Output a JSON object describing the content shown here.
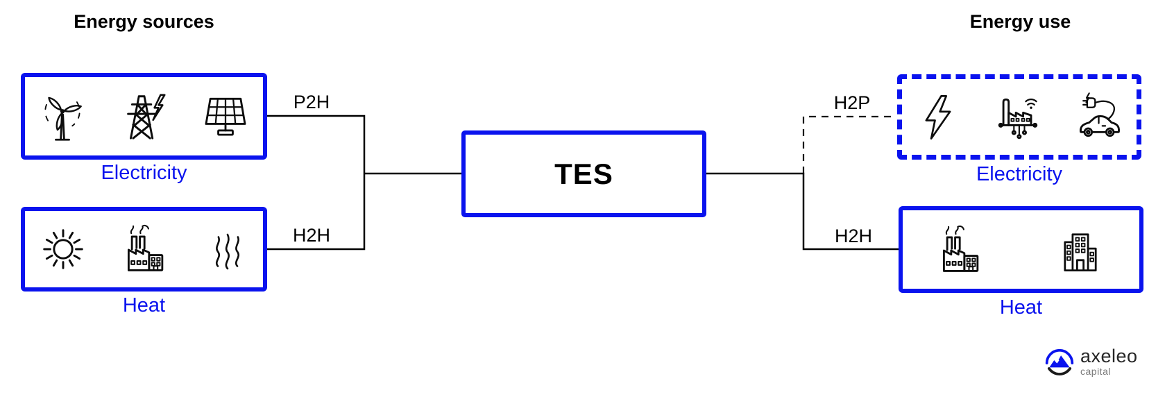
{
  "colors": {
    "accent_blue": "#0a13ee",
    "line_black": "#000000",
    "logo_text": "#262626",
    "logo_sub": "#7a7a7a"
  },
  "titles": {
    "sources": "Energy sources",
    "use": "Energy use"
  },
  "tes": {
    "label": "TES"
  },
  "sources": {
    "electricity": {
      "label": "Electricity",
      "icons": [
        "wind-turbine-icon",
        "transmission-tower-icon",
        "solar-panel-icon"
      ]
    },
    "heat": {
      "label": "Heat",
      "icons": [
        "sun-icon",
        "factory-icon",
        "heat-waves-icon"
      ]
    }
  },
  "uses": {
    "electricity": {
      "label": "Electricity",
      "border_style": "dashed",
      "icons": [
        "lightning-bolt-icon",
        "smart-factory-icon",
        "ev-charging-car-icon"
      ]
    },
    "heat": {
      "label": "Heat",
      "border_style": "solid",
      "icons": [
        "factory-icon",
        "city-buildings-icon"
      ]
    }
  },
  "flows": {
    "p2h": "P2H",
    "h2h_left": "H2H",
    "h2p": "H2P",
    "h2h_right": "H2H"
  },
  "logo": {
    "name": "axeleo",
    "subtitle": "capital"
  }
}
